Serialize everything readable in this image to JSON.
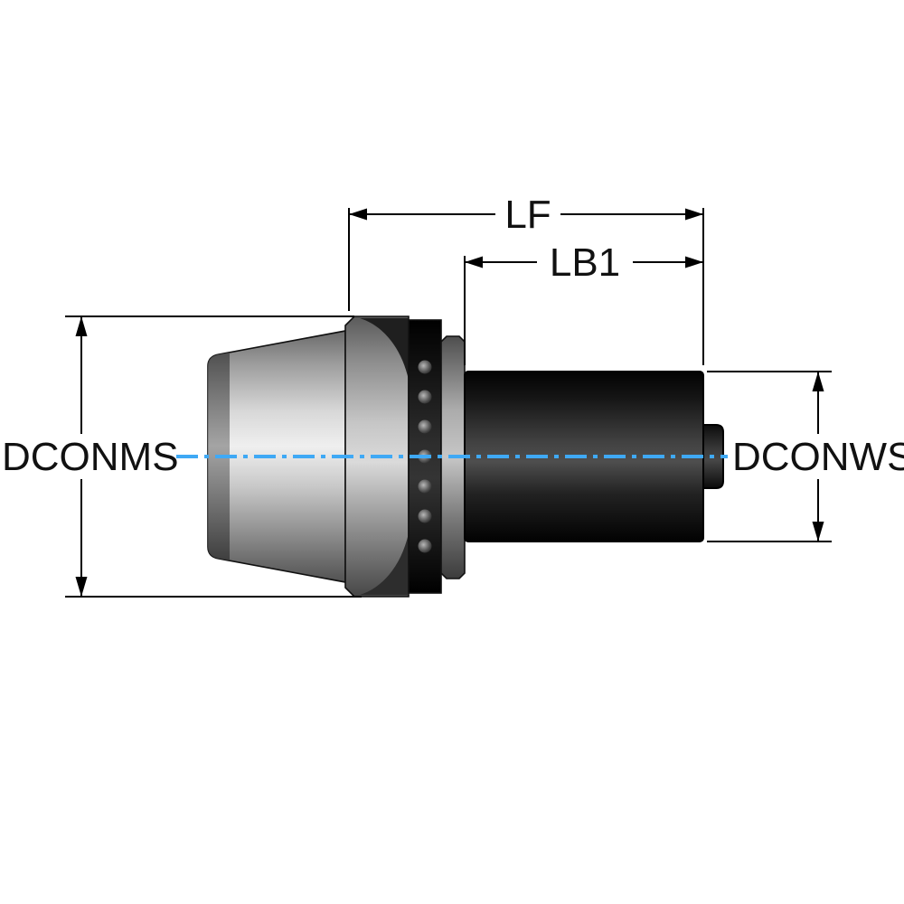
{
  "diagram": {
    "dimension_labels": {
      "lf": "LF",
      "lb1": "LB1",
      "dconms": "DCONMS",
      "dconws": "DCONWS"
    },
    "colors": {
      "centerline_blue": "#3FA9F5",
      "dimension_line": "#000000"
    }
  }
}
